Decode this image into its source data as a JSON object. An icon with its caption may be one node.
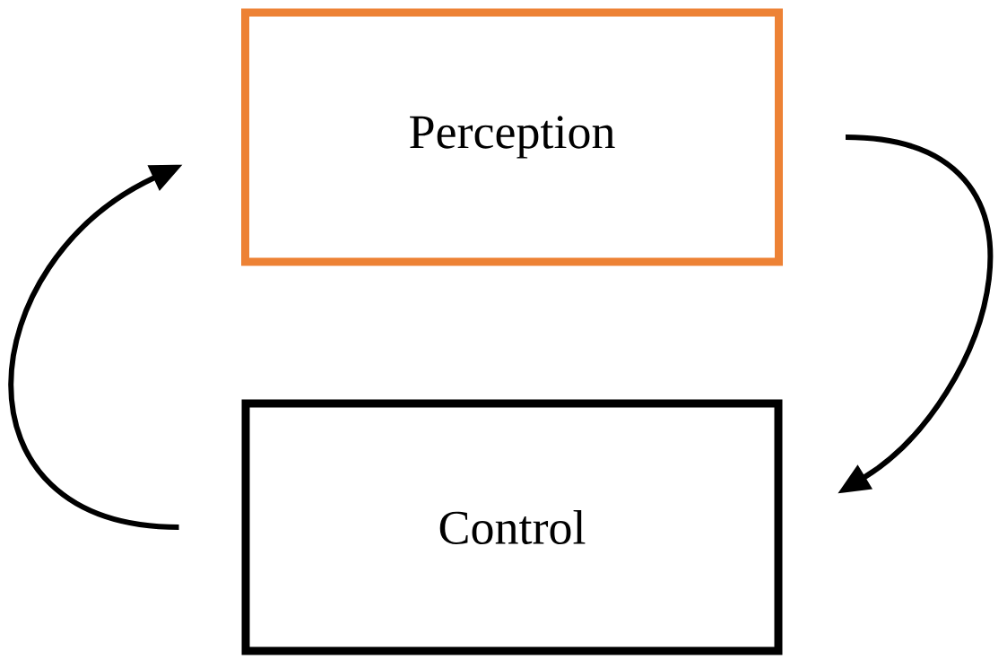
{
  "diagram": {
    "nodes": [
      {
        "text": [
          "Perception"
        ]
      },
      {
        "text": [
          "Control"
        ]
      }
    ],
    "edges": [
      {
        "from": 0,
        "to": 1,
        "arrow": "to"
      },
      {
        "from": 1,
        "to": 0,
        "arrow": "to"
      }
    ]
  }
}
